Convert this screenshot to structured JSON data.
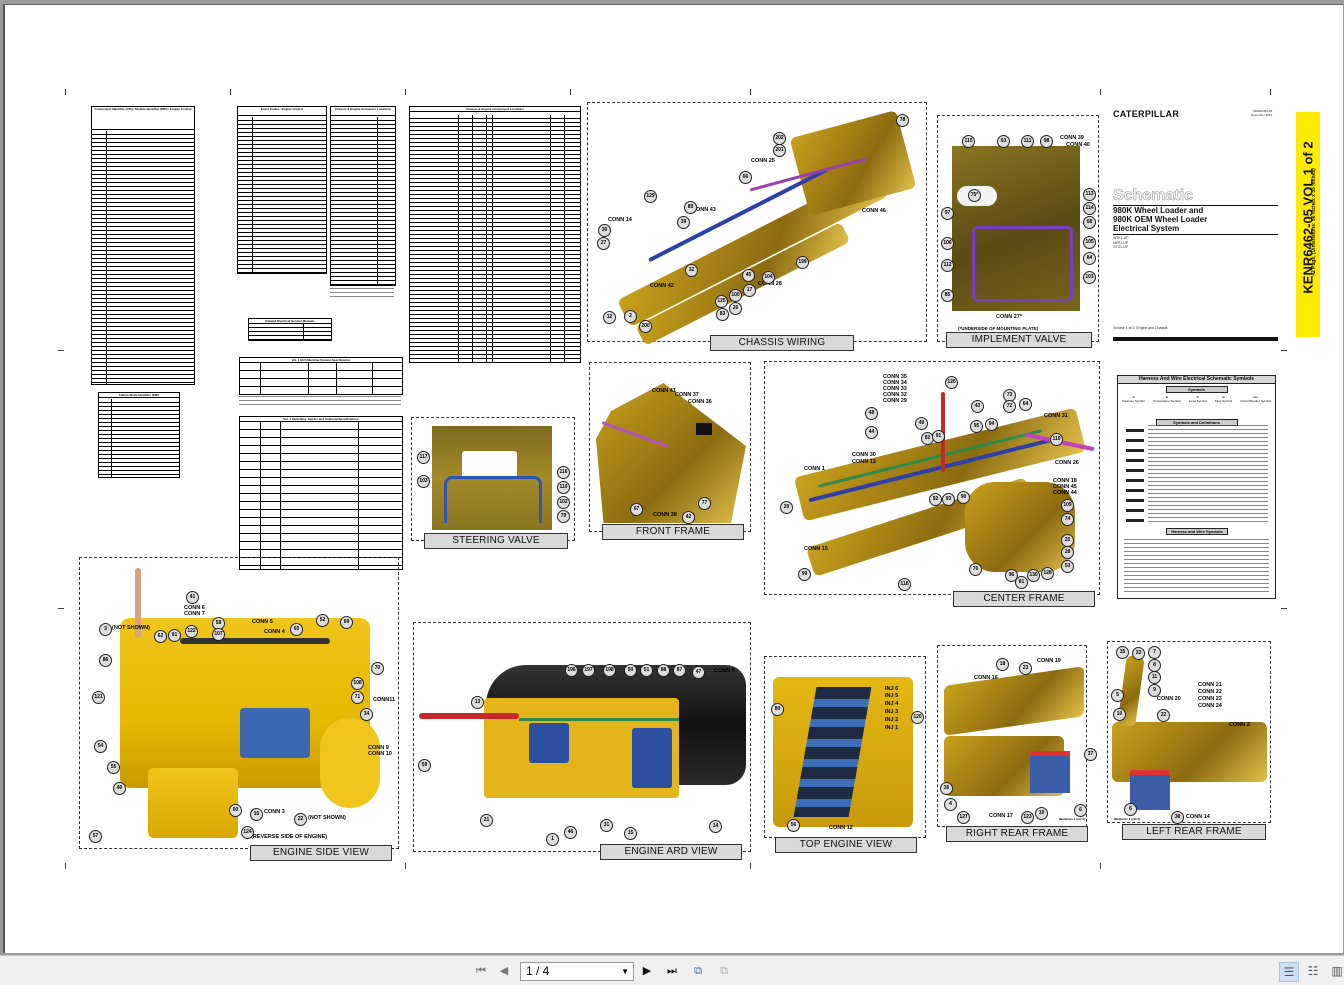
{
  "document": {
    "brand": "CATERPILLAR",
    "doc_number": "KENR6462-05",
    "doc_date": "November 2014",
    "schematic_word": "Schematic",
    "product_title_lines": [
      "980K Wheel Loader and",
      "980K OEM Wheel Loader",
      "Electrical System"
    ],
    "serials": [
      "W7K1-UP",
      "NEP1-UP",
      "GTZ1-UP"
    ],
    "volume_note": "Volume 1 of 2: Engine and Chassis",
    "yellow_tab_title": "KENR6462-05 VOL 1 of 2",
    "yellow_tab_sub": "42 Page, (Dimensions: 56 inches x 35 inches)"
  },
  "tables": {
    "cid_title": "Component Identifier (CID) / Module Identifier (MID) / Engine Control",
    "fmi_title": "Failure Mode Identifier (FMI)",
    "event_title": "Event Codes - Engine Control",
    "connector_locations_title": "Chassis & Engine Connector Locations",
    "component_locations_title": "Chassis & Engine Component Locations",
    "related_manuals_title": "Related Electrical Service Manuals",
    "ecs_specs_title": "Vol. 1 ECS Machine System Specification",
    "relay_specs_title": "Vol. 1 Switching, Sender and Solenoid Specifications"
  },
  "symbols_legend": {
    "title": "Harness And Wire Electrical Schematic Symbols",
    "section_symbols": "Symbols",
    "section_definitions": "Symbols and Definitions",
    "section_harness": "Harness and Wire Symbols",
    "symbol_names": [
      "Pressure Symbol",
      "Temperature Symbol",
      "Level Symbol",
      "Flow Symbol",
      "Circuit Breaker Symbol"
    ]
  },
  "views": [
    {
      "id": "chassis-wiring",
      "caption": "CHASSIS WIRING",
      "labels": [
        "CONN 14",
        "CONN 43",
        "CONN 25",
        "CONN 46",
        "CONN 42",
        "CONN 28"
      ],
      "callouts": [
        "78",
        "202",
        "201",
        "66",
        "129",
        "89",
        "39",
        "30",
        "27",
        "32",
        "199",
        "45",
        "104",
        "17",
        "100",
        "26",
        "125",
        "83",
        "12",
        "2",
        "200"
      ]
    },
    {
      "id": "implement-valve",
      "caption": "IMPLEMENT VALVE",
      "labels": [
        "CONN 39",
        "CONN 40",
        "CONN 27*",
        "(*UNDERSIDE OF MOUNTING PLATE)"
      ],
      "callouts": [
        "115",
        "63",
        "111",
        "98",
        "75*",
        "97",
        "106",
        "112",
        "85",
        "113",
        "114",
        "68",
        "105",
        "84",
        "101"
      ]
    },
    {
      "id": "steering-valve",
      "caption": "STEERING VALVE",
      "labels": [],
      "callouts": [
        "117",
        "103",
        "116",
        "110",
        "102",
        "79"
      ]
    },
    {
      "id": "front-frame",
      "caption": "FRONT FRAME",
      "labels": [
        "CONN 41",
        "CONN 37",
        "CONN 36",
        "CONN 38"
      ],
      "callouts": [
        "67",
        "42",
        "77"
      ]
    },
    {
      "id": "center-frame",
      "caption": "CENTER FRAME",
      "labels": [
        "CONN 35",
        "CONN 34",
        "CONN 33",
        "CONN 32",
        "CONN 29",
        "CONN 31",
        "CONN 30",
        "CONN 13",
        "CONN 1",
        "CONN 26",
        "CONN 18",
        "CONN 45",
        "CONN 44",
        "CONN 15"
      ],
      "callouts": [
        "126",
        "43",
        "73",
        "72",
        "64",
        "48",
        "49",
        "44",
        "82",
        "91",
        "95",
        "94",
        "119",
        "92",
        "93",
        "90",
        "20",
        "109",
        "74",
        "25",
        "28",
        "53",
        "99",
        "118",
        "76",
        "96",
        "81",
        "130",
        "128"
      ]
    },
    {
      "id": "engine-side-view",
      "caption": "ENGINE SIDE VIEW",
      "labels": [
        "CONN 6",
        "CONN 7",
        "CONN 5",
        "CONN 4",
        "(NOT SHOWN)",
        "CONN11",
        "CONN 9",
        "CONN 10",
        "CONN 3",
        "(NOT SHOWN)",
        "(REVERSE SIDE OF ENGINE)"
      ],
      "callouts": [
        "41",
        "3",
        "62",
        "61",
        "122",
        "58",
        "107",
        "65",
        "52",
        "69",
        "86",
        "70",
        "108",
        "121",
        "71",
        "34",
        "54",
        "55",
        "40",
        "60",
        "16",
        "22",
        "57",
        "124"
      ]
    },
    {
      "id": "engine-ard-view",
      "caption": "ENGINE ARD VIEW",
      "labels": [
        "CONN 8"
      ],
      "callouts": [
        "196",
        "197",
        "198",
        "50",
        "51",
        "88",
        "87",
        "47",
        "13",
        "59",
        "21",
        "1",
        "46",
        "31",
        "15",
        "14"
      ]
    },
    {
      "id": "top-engine-view",
      "caption": "TOP ENGINE VIEW",
      "labels": [
        "INJ 6",
        "INJ 5",
        "INJ 4",
        "INJ 3",
        "INJ 2",
        "INJ 1",
        "CONN 12"
      ],
      "callouts": [
        "80",
        "120",
        "56"
      ]
    },
    {
      "id": "right-rear-frame",
      "caption": "RIGHT REAR FRAME",
      "labels": [
        "CONN 16",
        "CONN 19",
        "CONN 17",
        "(Batteries 1 and 2)"
      ],
      "callouts": [
        "18",
        "23",
        "37",
        "36",
        "4",
        "127",
        "123",
        "19",
        "6"
      ]
    },
    {
      "id": "left-rear-frame",
      "caption": "LEFT REAR FRAME",
      "labels": [
        "CONN 21",
        "CONN 22",
        "CONN 23",
        "CONN 24",
        "CONN 20",
        "CONN 2",
        "CONN 14",
        "(Batteries 3 and 4)"
      ],
      "callouts": [
        "35",
        "33",
        "7",
        "8",
        "11",
        "9",
        "5",
        "10",
        "22",
        "6",
        "38"
      ]
    }
  ],
  "toolbar": {
    "page_value": "1 / 4",
    "icons": {
      "first": "first-page-icon",
      "prev": "previous-page-icon",
      "next": "next-page-icon",
      "last": "last-page-icon",
      "back": "previous-view-icon",
      "forward": "next-view-icon",
      "single": "single-page-view-icon",
      "continuous": "continuous-view-icon",
      "facing": "facing-pages-view-icon"
    }
  },
  "colors": {
    "machine_yellow": "#c9a11c",
    "tab_yellow": "#ffeb00",
    "caption_gray": "#d9d9d9",
    "viewer_gray": "#9a9a9a",
    "toolbar_bg": "#f0f0f0"
  }
}
